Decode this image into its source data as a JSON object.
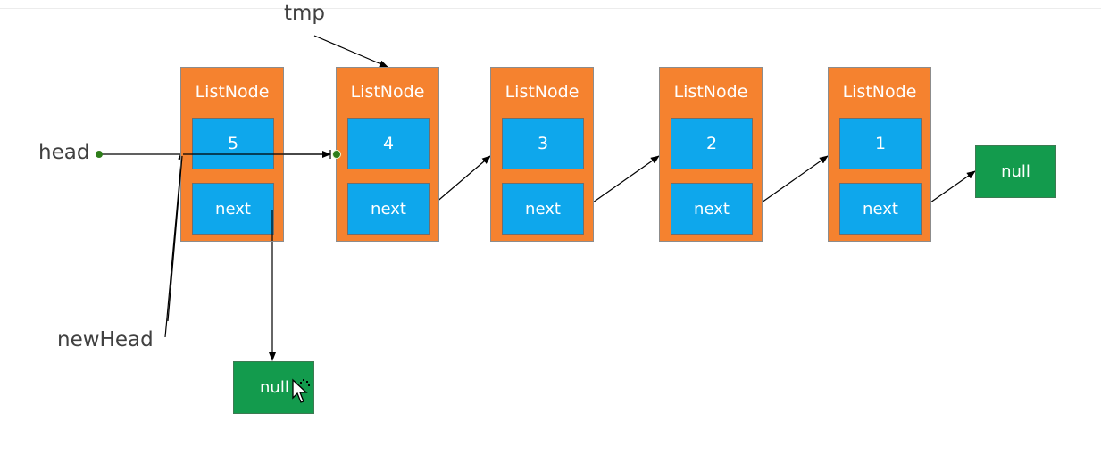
{
  "labels": {
    "tmp": "tmp",
    "head": "head",
    "new_head": "newHead"
  },
  "nodes": [
    {
      "title": "ListNode",
      "value": "5",
      "next": "next"
    },
    {
      "title": "ListNode",
      "value": "4",
      "next": "next"
    },
    {
      "title": "ListNode",
      "value": "3",
      "next": "next"
    },
    {
      "title": "ListNode",
      "value": "2",
      "next": "next"
    },
    {
      "title": "ListNode",
      "value": "1",
      "next": "next"
    }
  ],
  "nulls": {
    "tail": "null",
    "reversed": "null"
  },
  "colors": {
    "node_fill": "#f5822f",
    "cell_fill": "#0ea7ec",
    "null_fill": "#139b4d",
    "pointer_dot": "#2e7d1a",
    "arrow": "#000000"
  }
}
